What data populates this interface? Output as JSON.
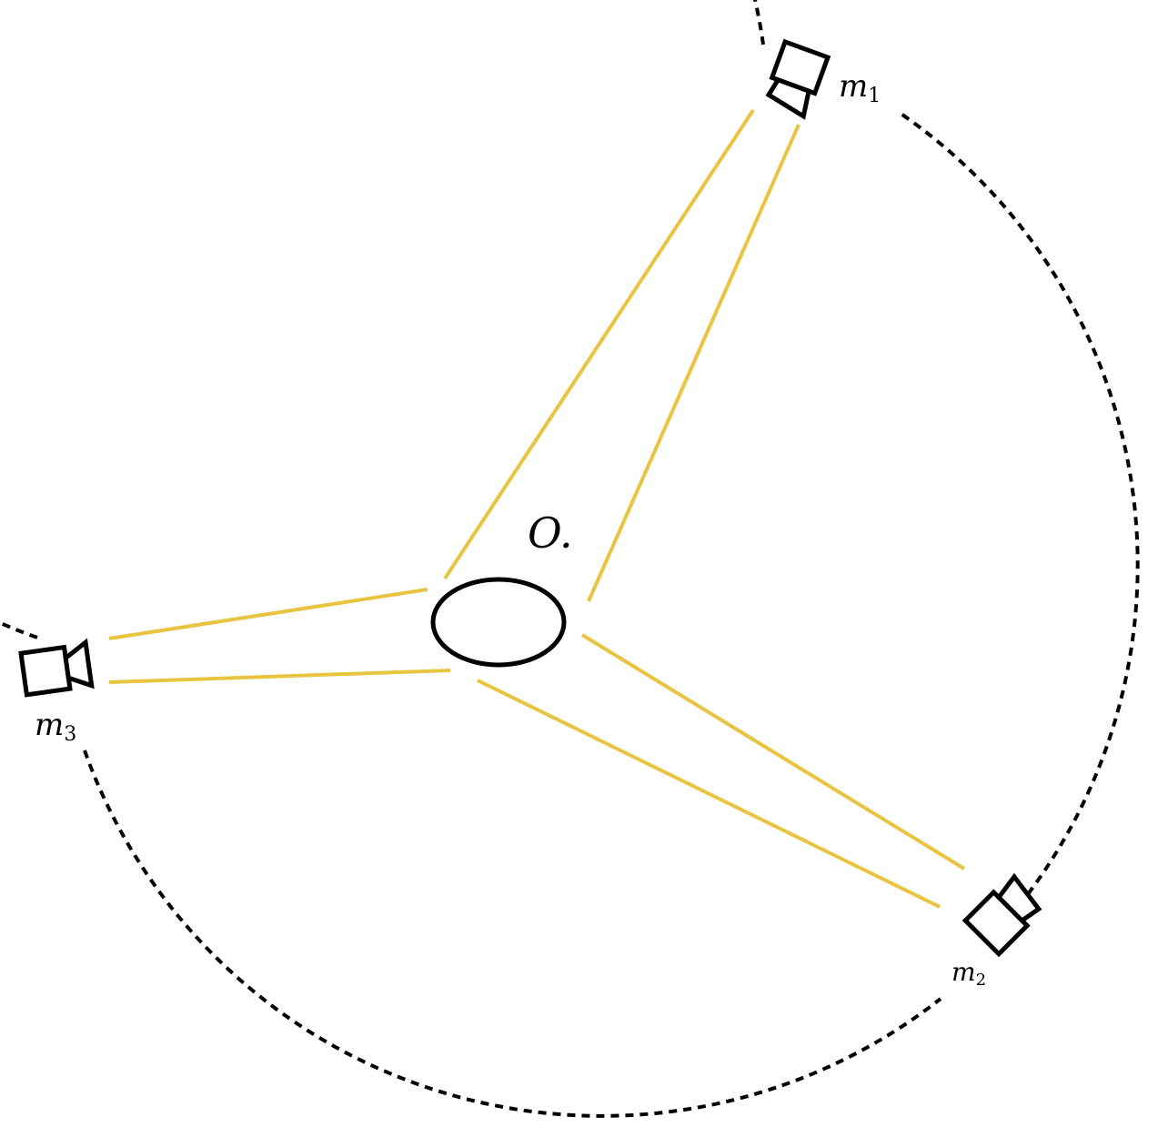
{
  "diagram": {
    "center_label": "O.",
    "cameras": [
      {
        "id": "m1",
        "label": "m",
        "subscript": "1"
      },
      {
        "id": "m2",
        "label": "m",
        "subscript": "2"
      },
      {
        "id": "m3",
        "label": "m",
        "subscript": "3"
      }
    ],
    "colors": {
      "ray": "#e8c441",
      "outline": "#000000",
      "background": "#ffffff"
    },
    "icons": [
      "video-camera-icon"
    ]
  }
}
